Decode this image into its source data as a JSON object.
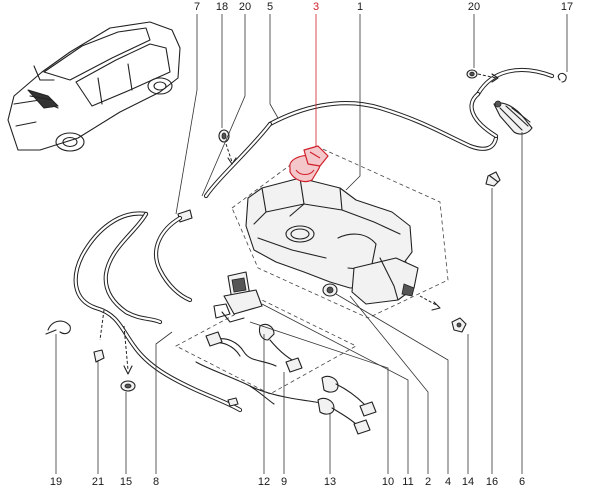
{
  "callouts": [
    {
      "id": "7",
      "highlight": false
    },
    {
      "id": "18",
      "highlight": false
    },
    {
      "id": "20",
      "highlight": false
    },
    {
      "id": "5",
      "highlight": false
    },
    {
      "id": "3",
      "highlight": true
    },
    {
      "id": "1",
      "highlight": false
    },
    {
      "id": "20b",
      "label": "20",
      "highlight": false
    },
    {
      "id": "17",
      "highlight": false
    },
    {
      "id": "19",
      "highlight": false
    },
    {
      "id": "21",
      "highlight": false
    },
    {
      "id": "15",
      "highlight": false
    },
    {
      "id": "8",
      "highlight": false
    },
    {
      "id": "12",
      "highlight": false
    },
    {
      "id": "9",
      "highlight": false
    },
    {
      "id": "13",
      "highlight": false
    },
    {
      "id": "10",
      "highlight": false
    },
    {
      "id": "11",
      "highlight": false
    },
    {
      "id": "2",
      "highlight": false
    },
    {
      "id": "4",
      "highlight": false
    },
    {
      "id": "14",
      "highlight": false
    },
    {
      "id": "16",
      "highlight": false
    },
    {
      "id": "6",
      "highlight": false
    }
  ],
  "labels": {
    "c7": "7",
    "c18": "18",
    "c20": "20",
    "c5": "5",
    "c3": "3",
    "c1": "1",
    "c20b": "20",
    "c17": "17",
    "c19": "19",
    "c21": "21",
    "c15": "15",
    "c8": "8",
    "c12": "12",
    "c9": "9",
    "c13": "13",
    "c10": "10",
    "c11": "11",
    "c2": "2",
    "c4": "4",
    "c14": "14",
    "c16": "16",
    "c6": "6"
  },
  "colors": {
    "highlight": "#d0202a",
    "line": "#222222",
    "background": "#ffffff"
  }
}
